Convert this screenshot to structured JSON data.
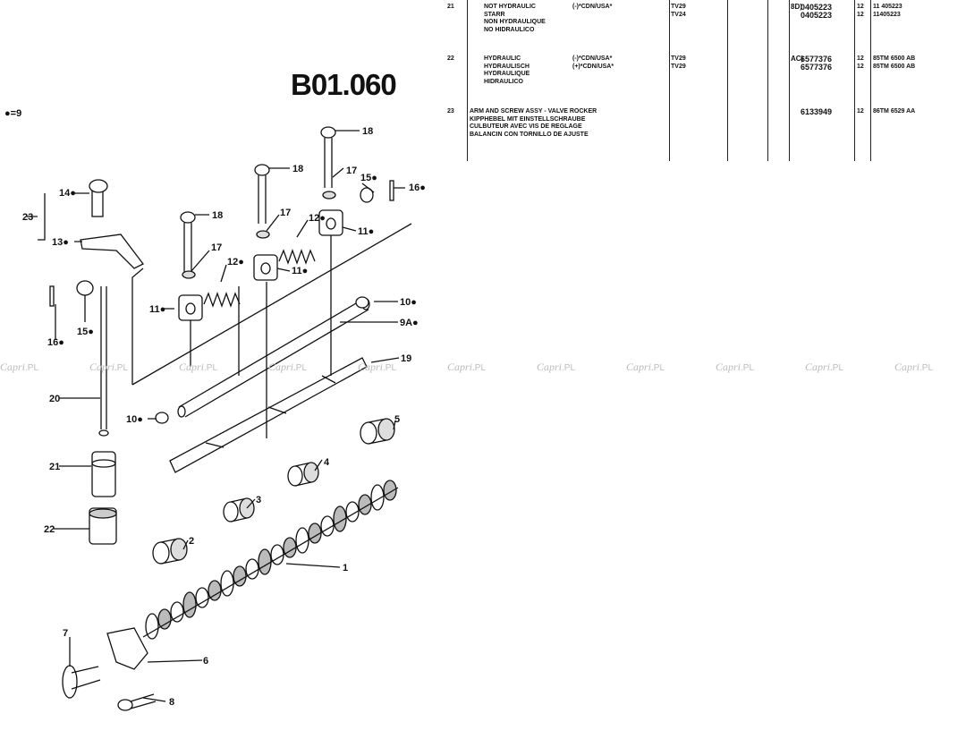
{
  "diagram_title": "B01.060",
  "legend": "●=9",
  "table": {
    "rows": [
      {
        "item": "21",
        "desc": [
          "NOT HYDRAULIC",
          "STARR",
          "NON HYDRAULIQUE",
          "NO HIDRAULICO"
        ],
        "note": [
          "(-)*CDN/USA*"
        ],
        "code": [
          "TV29",
          "TV24"
        ],
        "prefix": "8D)",
        "parts": [
          "0405223",
          "0405223"
        ],
        "qty": [
          "12",
          "12"
        ],
        "alt": [
          "11 405223",
          "11405223"
        ]
      },
      {
        "item": "22",
        "desc": [
          "HYDRAULIC",
          "HYDRAULISCH",
          "HYDRAULIQUE",
          "HIDRAULICO"
        ],
        "note": [
          "(-)*CDN/USA*",
          "(+)*CDN/USA*"
        ],
        "code": [
          "TV29",
          "TV29"
        ],
        "prefix": "AC)",
        "parts": [
          "6577376",
          "6577376"
        ],
        "qty": [
          "12",
          "12"
        ],
        "alt": [
          "85TM 6500 AB",
          "85TM 6500 AB"
        ]
      },
      {
        "item": "23",
        "desc": [
          "ARM AND SCREW ASSY - VALVE ROCKER",
          "KIPPHEBEL MIT EINSTELLSCHRAUBE",
          "CULBUTEUR AVEC VIS DE REGLAGE",
          "BALANCIN CON TORNILLO DE AJUSTE"
        ],
        "note": [],
        "code": [],
        "prefix": "",
        "parts": [
          "6133949"
        ],
        "qty": [
          "12"
        ],
        "alt": [
          "86TM 6529 AA"
        ]
      }
    ]
  },
  "watermark": {
    "text": "Capri",
    "suffix": ".PL"
  },
  "callouts": {
    "c18a": "18",
    "c18b": "18",
    "c18c": "18",
    "c17a": "17",
    "c17b": "17",
    "c17c": "17",
    "c15a": "15●",
    "c16a": "16●",
    "c14": "14●",
    "c23": "23",
    "c13": "13●",
    "c12a": "12●",
    "c12b": "12●",
    "c11a": "11●",
    "c11b": "11●",
    "c11c": "11●",
    "c10a": "10●",
    "c9a": "9A●",
    "c19": "19",
    "c16b": "16●",
    "c15b": "15●",
    "c20": "20",
    "c10b": "10●",
    "c5": "5",
    "c4": "4",
    "c3": "3",
    "c2": "2",
    "c21": "21",
    "c22": "22",
    "c1": "1",
    "c7": "7",
    "c6": "6",
    "c8": "8"
  }
}
